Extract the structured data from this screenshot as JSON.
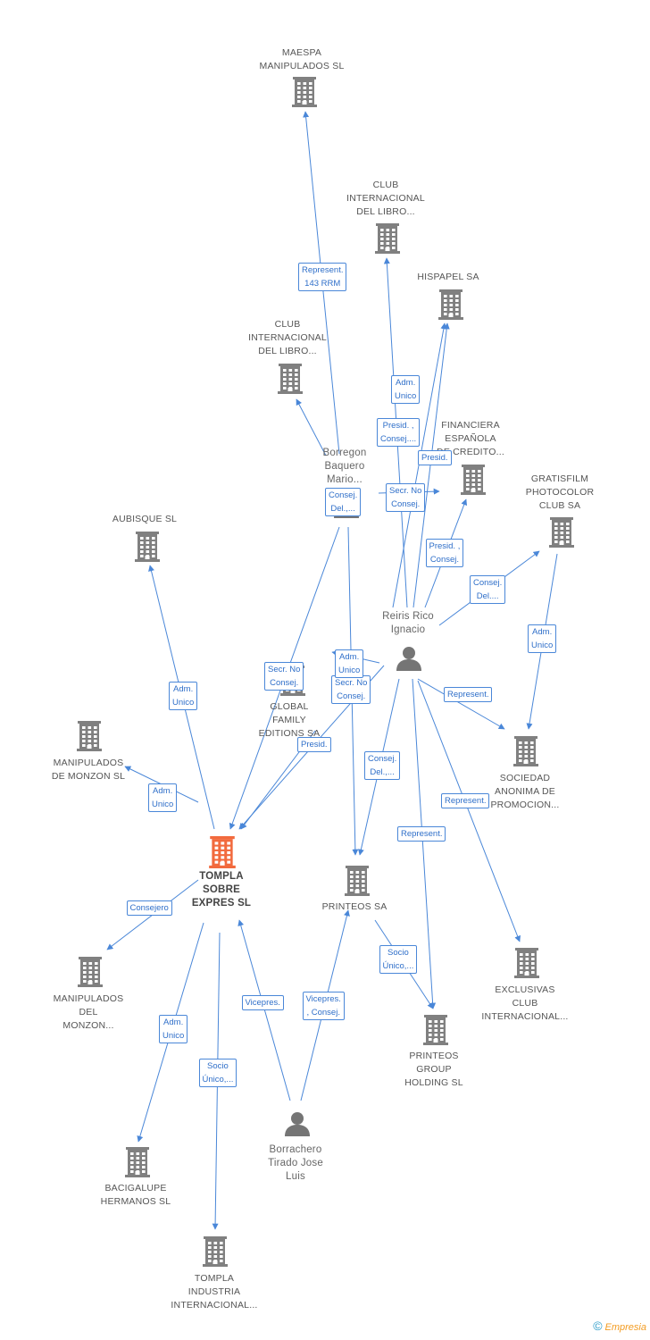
{
  "nodes": [
    {
      "id": "maespa",
      "type": "company",
      "label": [
        "MAESPA",
        "MANIPULADOS SL"
      ]
    },
    {
      "id": "club1",
      "type": "company",
      "label": [
        "CLUB",
        "INTERNACIONAL",
        "DEL LIBRO..."
      ]
    },
    {
      "id": "hispapel",
      "type": "company",
      "label": [
        "HISPAPEL SA"
      ]
    },
    {
      "id": "club2",
      "type": "company",
      "label": [
        "CLUB",
        "INTERNACIONAL",
        "DEL LIBRO..."
      ]
    },
    {
      "id": "financiera",
      "type": "company",
      "label": [
        "FINANCIERA",
        "ESPAÑOLA",
        "DE CREDITO..."
      ]
    },
    {
      "id": "borregon",
      "type": "person",
      "label": [
        "Borregon",
        "Baquero",
        "Mario..."
      ]
    },
    {
      "id": "gratisfilm",
      "type": "company",
      "label": [
        "GRATISFILM",
        "PHOTOCOLOR",
        "CLUB SA"
      ]
    },
    {
      "id": "aubisque",
      "type": "company",
      "label": [
        "AUBISQUE SL"
      ]
    },
    {
      "id": "reiris",
      "type": "person",
      "label": [
        "Reiris Rico",
        "Ignacio"
      ]
    },
    {
      "id": "global",
      "type": "company",
      "label": [
        "GLOBAL",
        "FAMILY",
        "EDITIONS SA"
      ]
    },
    {
      "id": "manipmonzon",
      "type": "company",
      "label": [
        "MANIPULADOS",
        "DE MONZON SL"
      ]
    },
    {
      "id": "sociedad",
      "type": "company",
      "label": [
        "SOCIEDAD",
        "ANONIMA DE",
        "PROMOCION..."
      ]
    },
    {
      "id": "tompla",
      "type": "main",
      "label": [
        "TOMPLA",
        "SOBRE",
        "EXPRES SL"
      ]
    },
    {
      "id": "printeos",
      "type": "company",
      "label": [
        "PRINTEOS SA"
      ]
    },
    {
      "id": "manipdelmonzon",
      "type": "company",
      "label": [
        "MANIPULADOS",
        "DEL",
        "MONZON..."
      ]
    },
    {
      "id": "exclusivas",
      "type": "company",
      "label": [
        "EXCLUSIVAS",
        "CLUB",
        "INTERNACIONAL..."
      ]
    },
    {
      "id": "printeosgroup",
      "type": "company",
      "label": [
        "PRINTEOS",
        "GROUP",
        "HOLDING SL"
      ]
    },
    {
      "id": "bacigalupe",
      "type": "company",
      "label": [
        "BACIGALUPE",
        "HERMANOS SL"
      ]
    },
    {
      "id": "borrachero",
      "type": "person",
      "label": [
        "Borrachero",
        "Tirado Jose",
        "Luis"
      ]
    },
    {
      "id": "tomplaind",
      "type": "company",
      "label": [
        "TOMPLA",
        "INDUSTRIA",
        "INTERNACIONAL..."
      ]
    }
  ],
  "edges": [
    {
      "from": "borregon",
      "to": "maespa",
      "label": [
        "Represent.",
        "143 RRM"
      ]
    },
    {
      "from": "borregon",
      "to": "club2",
      "label": []
    },
    {
      "from": "borregon",
      "to": "financiera",
      "label": [
        "Secr.  No",
        "Consej."
      ]
    },
    {
      "from": "borregon",
      "to": "tompla",
      "label": [
        "Secr.  No",
        "Consej."
      ]
    },
    {
      "from": "borregon",
      "to": "printeos",
      "label": []
    },
    {
      "from": "borregon",
      "to": "global",
      "label": [
        "Consej.",
        "Del.,..."
      ]
    },
    {
      "from": "reiris",
      "to": "club1",
      "label": [
        "Presid. ,",
        "Consej...."
      ]
    },
    {
      "from": "reiris",
      "to": "hispapel",
      "label": [
        "Adm.",
        "Unico"
      ]
    },
    {
      "from": "reiris",
      "to": "hispapel",
      "label": [
        "Presid."
      ]
    },
    {
      "from": "reiris",
      "to": "financiera",
      "label": [
        "Presid. ,",
        "Consej."
      ]
    },
    {
      "from": "reiris",
      "to": "gratisfilm",
      "label": [
        "Consej.",
        "Del...."
      ]
    },
    {
      "from": "reiris",
      "to": "tompla",
      "label": [
        "Secr.  No",
        "Consej."
      ]
    },
    {
      "from": "reiris",
      "to": "global",
      "label": [
        "Adm.",
        "Unico"
      ]
    },
    {
      "from": "reiris",
      "to": "printeos",
      "label": [
        "Consej.",
        "Del.,..."
      ]
    },
    {
      "from": "reiris",
      "to": "sociedad",
      "label": [
        "Represent."
      ]
    },
    {
      "from": "reiris",
      "to": "exclusivas",
      "label": [
        "Represent."
      ]
    },
    {
      "from": "reiris",
      "to": "printeosgroup",
      "label": [
        "Represent."
      ]
    },
    {
      "from": "gratisfilm",
      "to": "sociedad",
      "label": [
        "Adm.",
        "Unico"
      ]
    },
    {
      "from": "global",
      "to": "tompla",
      "label": [
        "Presid."
      ]
    },
    {
      "from": "tompla",
      "to": "aubisque",
      "label": [
        "Adm.",
        "Unico"
      ]
    },
    {
      "from": "tompla",
      "to": "manipmonzon",
      "label": [
        "Adm.",
        "Unico"
      ]
    },
    {
      "from": "tompla",
      "to": "manipdelmonzon",
      "label": [
        "Consejero"
      ]
    },
    {
      "from": "tompla",
      "to": "bacigalupe",
      "label": [
        "Adm.",
        "Unico"
      ]
    },
    {
      "from": "tompla",
      "to": "tomplaind",
      "label": [
        "Socio",
        "Único,..."
      ]
    },
    {
      "from": "printeos",
      "to": "printeosgroup",
      "label": [
        "Socio",
        "Único,..."
      ]
    },
    {
      "from": "borrachero",
      "to": "tompla",
      "label": [
        "Vicepres."
      ]
    },
    {
      "from": "borrachero",
      "to": "printeos",
      "label": [
        "Vicepres.",
        ", Consej."
      ]
    }
  ],
  "footer": {
    "copyright_symbol": "©",
    "brand": "Empresia"
  },
  "colors": {
    "company": "#808080",
    "main": "#f26a3d",
    "person": "#757575",
    "edge": "#4a87d8",
    "edge_label_text": "#2f6fc9"
  }
}
